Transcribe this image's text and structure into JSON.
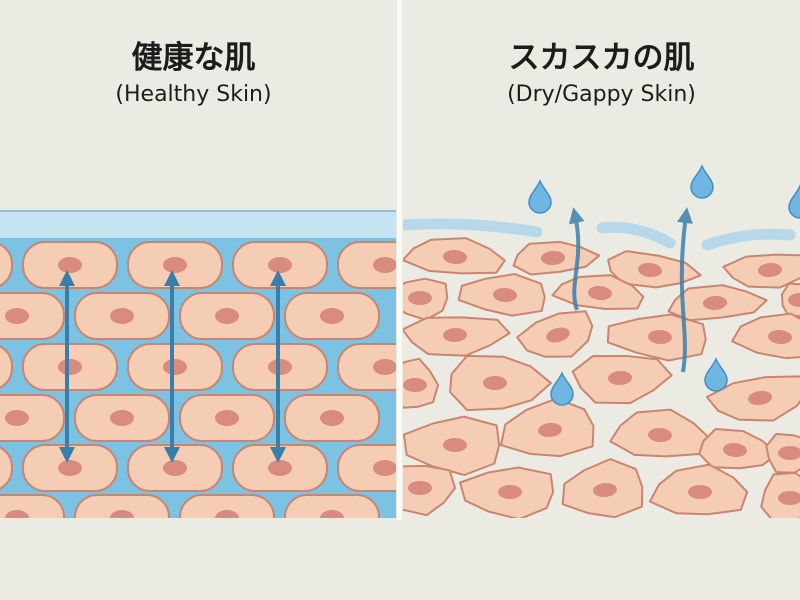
{
  "left_panel": {
    "title": "健康な肌",
    "subtitle": "(Healthy Skin)"
  },
  "right_panel": {
    "title": "スカスカの肌",
    "subtitle": "(Dry/Gappy Skin)"
  },
  "colors": {
    "background": "#ecebe3",
    "moisture": "#7cc2e3",
    "cell_fill": "#f5cdb5",
    "cell_stroke": "#c98570",
    "nucleus": "#d98b80",
    "arrow": "#3a7fac",
    "droplet": "#6fb6e3"
  }
}
